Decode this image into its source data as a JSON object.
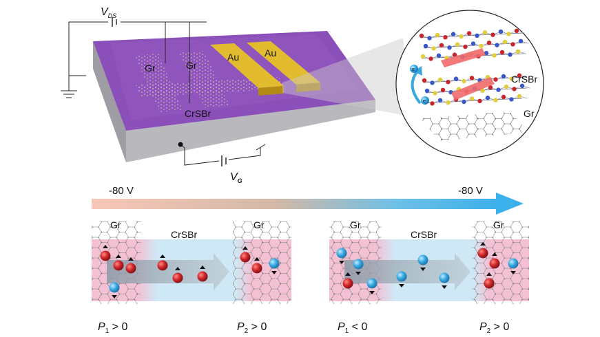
{
  "device": {
    "vds_label": "V",
    "vds_sub": "DS",
    "vg_label": "V",
    "vg_sub": "G",
    "gr_left": "Gr",
    "gr_right": "Gr",
    "au_left": "Au",
    "au_right": "Au",
    "crsbr": "CrSBr"
  },
  "inset": {
    "crsbr": "CrSBr",
    "gr": "Gr",
    "electron": "e"
  },
  "gate_sweep": {
    "start": "-80 V",
    "end": "-80 V"
  },
  "panel_left": {
    "gr_left": "Gr",
    "gr_right": "Gr",
    "crsbr": "CrSBr",
    "p1": "P",
    "p1_sub": "1",
    "p1_rel": " > 0",
    "p2": "P",
    "p2_sub": "2",
    "p2_rel": " > 0"
  },
  "panel_right": {
    "gr_left": "Gr",
    "gr_right": "Gr",
    "crsbr": "CrSBr",
    "p1": "P",
    "p1_sub": "1",
    "p1_rel": " < 0",
    "p2": "P",
    "p2_sub": "2",
    "p2_rel": " > 0"
  },
  "colors": {
    "substrate": "#8a4fb8",
    "gold": "#d9b22a",
    "spin_up": "#c8252b",
    "spin_down": "#2ea6e0",
    "arrow_start": "#f6c2b4",
    "arrow_end": "#42b3ea",
    "graphene_bg": "#f2c4d6",
    "crsbr_bg": "#cfe9f6"
  }
}
